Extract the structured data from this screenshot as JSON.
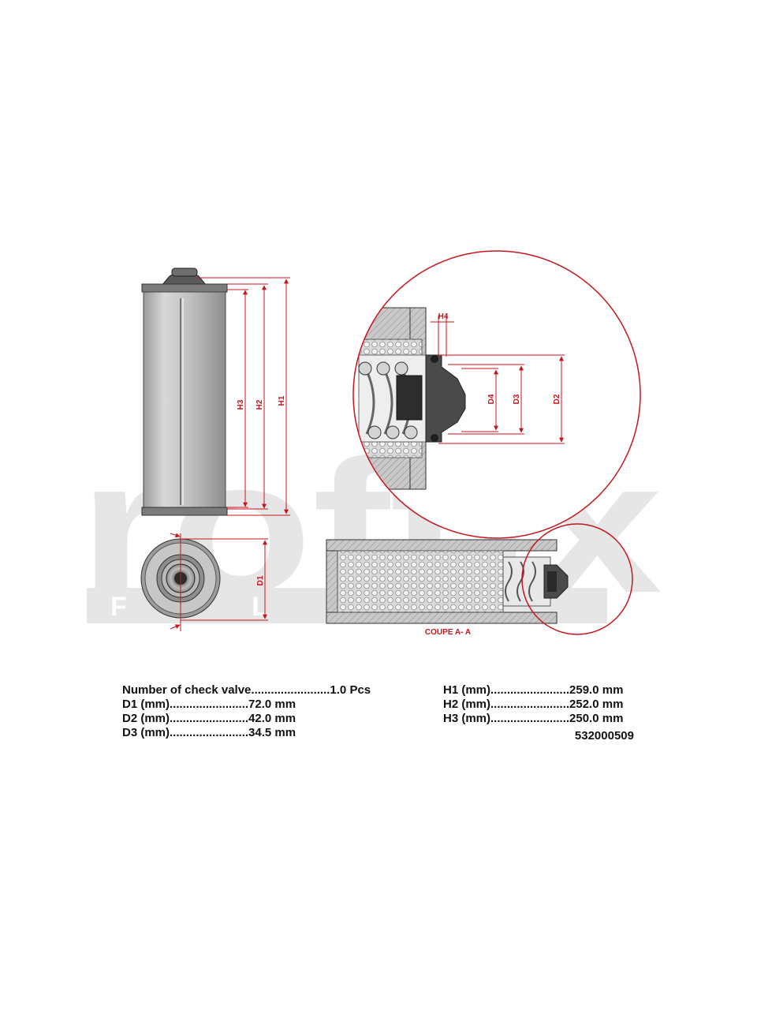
{
  "watermark": {
    "brand": "roftix",
    "sub": "F I L"
  },
  "dimension_labels": {
    "h1": "H1",
    "h2": "H2",
    "h3": "H3",
    "d1": "D1",
    "d2": "D2",
    "d3": "D3",
    "d4": "D4",
    "h4": "H4"
  },
  "section_title": "COUPE A- A",
  "specs": {
    "check_valve": "Number of check valve........................1.0 Pcs",
    "d1": "D1 (mm)........................72.0 mm",
    "d2": "D2 (mm)........................42.0 mm",
    "d3": "D3 (mm)........................34.5 mm",
    "h1": "H1 (mm)........................259.0 mm",
    "h2": "H2 (mm)........................252.0 mm",
    "h3": "H3 (mm)........................250.0 mm",
    "part_number": "532000509"
  },
  "colors": {
    "dimension": "#c4161c",
    "watermark": "#e6e6e6",
    "body": "#c9c9c9"
  }
}
